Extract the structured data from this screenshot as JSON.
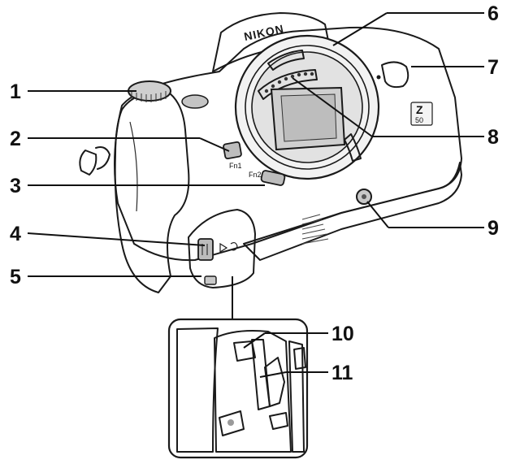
{
  "brand_text": "NIKON",
  "model_badge": {
    "letter": "Z",
    "number": "50"
  },
  "button_marks": {
    "fn1": "Fn1",
    "fn2": "Fn2"
  },
  "callouts": [
    "1",
    "2",
    "3",
    "4",
    "5",
    "6",
    "7",
    "8",
    "9",
    "10",
    "11"
  ],
  "colors": {
    "ink": "#1a1a1a",
    "body_fill": "#e9e9e9",
    "body_shade": "#bdbdbd",
    "sensor": "#cfcfcf"
  }
}
